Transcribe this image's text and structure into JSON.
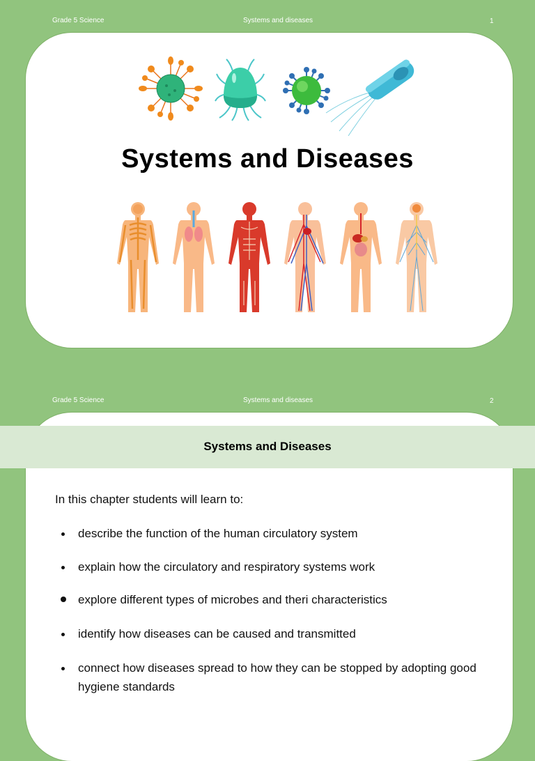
{
  "pages": [
    {
      "header": {
        "left": "Grade 5 Science",
        "center": "Systems and diseases",
        "page_number": "1"
      },
      "title": "Systems and Diseases",
      "images": {
        "microbes": [
          "orange-spiked-virus-icon",
          "tentacled-microbe-icon",
          "coronavirus-icon",
          "flagellated-bacterium-icon"
        ],
        "body_systems": [
          "skeletal-system-icon",
          "respiratory-system-icon",
          "muscular-system-icon",
          "circulatory-system-icon",
          "digestive-system-icon",
          "nervous-system-icon"
        ]
      }
    },
    {
      "header": {
        "left": "Grade 5 Science",
        "center": "Systems and diseases",
        "page_number": "2"
      },
      "band_title": "Systems and Diseases",
      "intro": "In this chapter students will learn to:",
      "bullets": [
        "describe the function of the human circulatory system",
        "explain how the circulatory and respiratory systems work",
        "explore different types of microbes and theri characteristics",
        "identify how diseases can be caused and transmitted",
        "connect how diseases spread to how they can be stopped by adopting good hygiene standards"
      ]
    }
  ],
  "colors": {
    "background": "#91c47e",
    "band": "#d9e9d3",
    "card": "#ffffff",
    "text": "#111111"
  }
}
